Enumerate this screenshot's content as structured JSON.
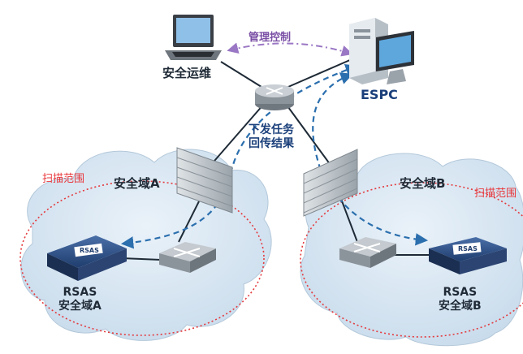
{
  "labels": {
    "ops": "安全运维",
    "espc": "ESPC",
    "mgmt": "管理控制",
    "task_line1": "下发任务",
    "task_line2": "回传结果",
    "zone_a": "安全域A",
    "zone_b": "安全域B",
    "scan_a": "扫描范围",
    "scan_b": "扫描范围",
    "rsas_a_line1": "RSAS",
    "rsas_a_line2": "安全域A",
    "rsas_b_line1": "RSAS",
    "rsas_b_line2": "安全域B",
    "device_a_plate": "RSAS",
    "device_b_plate": "RSAS"
  },
  "colors": {
    "cloud": "#d5e5f1",
    "scan_ring": "#e43a3e",
    "dashed_flow": "#2b6fae",
    "mgmt_flow": "#9a77c4",
    "line": "#1e2a36"
  },
  "icons": [
    "laptop-icon",
    "server-pc-icon",
    "router-icon",
    "firewall-icon",
    "switch-icon",
    "rsas-device-icon"
  ]
}
